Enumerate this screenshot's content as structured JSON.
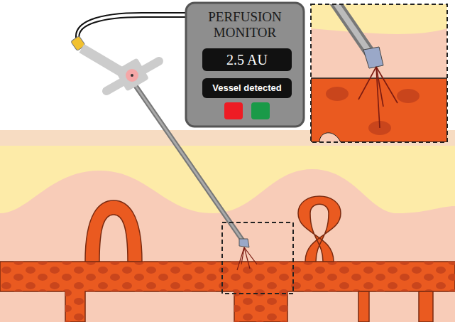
{
  "diagram": {
    "nodes": [
      {
        "text": [
          "PERFUSION MONITOR"
        ]
      },
      {
        "text": [
          "2.5 AU"
        ],
        "in": 0
      },
      {
        "text": [
          "Vessel detected"
        ],
        "in": 0
      }
    ]
  }
}
